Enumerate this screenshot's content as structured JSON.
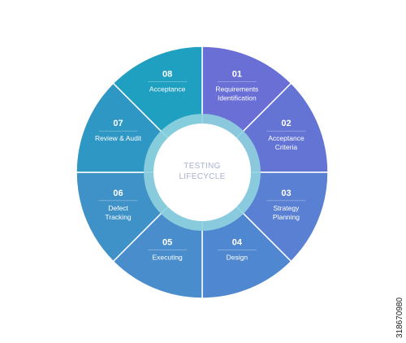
{
  "diagram": {
    "center": {
      "line1": "TESTING",
      "line2": "LIFECYCLE"
    },
    "segments": [
      {
        "num": "01",
        "label": [
          "Requirements",
          "Identification"
        ],
        "color": "#6a6fd6"
      },
      {
        "num": "02",
        "label": [
          "Acceptance",
          "Criteria"
        ],
        "color": "#6474d5"
      },
      {
        "num": "03",
        "label": [
          "Strategy",
          "Planning"
        ],
        "color": "#5a80d3"
      },
      {
        "num": "04",
        "label": [
          "Design"
        ],
        "color": "#4f88d0"
      },
      {
        "num": "05",
        "label": [
          "Executing"
        ],
        "color": "#4a8dcc"
      },
      {
        "num": "06",
        "label": [
          "Defect",
          "Tracking"
        ],
        "color": "#3f92c8"
      },
      {
        "num": "07",
        "label": [
          "Review & Audit"
        ],
        "color": "#2f97c3"
      },
      {
        "num": "08",
        "label": [
          "Acceptance"
        ],
        "color": "#1fa0c0"
      }
    ],
    "ring_color": "#8fd2df"
  },
  "stock_id": "318670980"
}
